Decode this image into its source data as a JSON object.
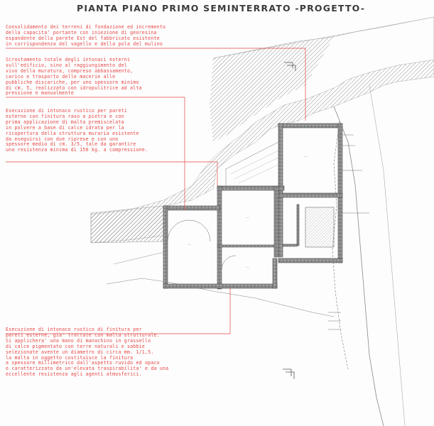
{
  "title": "PIANTA PIANO PRIMO SEMINTERRATO -PROGETTO-",
  "notes": [
    {
      "id": "note1",
      "lines": [
        "Consolidamento dei terreni di fondazione ed incremento",
        "della capacita' portante con iniezione di georesina",
        "espandente della parete Est del fabbricato esistente",
        "in corrispondenza del vagello e della pola del mulino"
      ]
    },
    {
      "id": "note2",
      "lines": [
        "Scrostamento totale degli intonaci esterni",
        "sull'edificio, sino al raggiungimento del",
        "vivo della muratura, compreso abbassamento,",
        "carico e trasporto delle macerie alle",
        "pubbliche discariche, per uno spessore minimo",
        "di cm. 5, realizzato con idropulitrice ad alta",
        "pressione e manualmente"
      ]
    },
    {
      "id": "note3",
      "lines": [
        "Esecuzione di intonaco rustico per pareti",
        "esterne con finitura raso a pietra e con",
        "prima applicazione di malta premiscelata",
        "in polvere a base di calce idrata per la",
        "ricopertura della struttura muraria esistente",
        "da eseguirsi con due riprese e con uno",
        "spessore medio di cm. 3/5, tale da garantire",
        "una resistenza minima di 150 kg. a compressione."
      ]
    },
    {
      "id": "note4",
      "lines": [
        "Esecuzione di intonaco rustico di finitura per",
        "pareti esterne, gia' trattate con malta strutturale.",
        "Si applichera' una mano di manachino in grassello",
        "di calce pigmentato con terre naturali e sabbie",
        "selezionate avente un diametro di circa mm. 1/1,5.",
        "la malta in oggetto costituisce la finitura",
        "a spessore millimetrico dall'aspetto ruvido ed opaco",
        "e caratterizzato da un'elevata traspirabilita' e da una",
        "eccellente resistenza agli agenti atmosferici."
      ]
    }
  ],
  "colors": {
    "annotation": "#e64646",
    "wall": "#6b6b6b",
    "hatch": "#8a8a8a",
    "title": "#3b3b3b"
  }
}
